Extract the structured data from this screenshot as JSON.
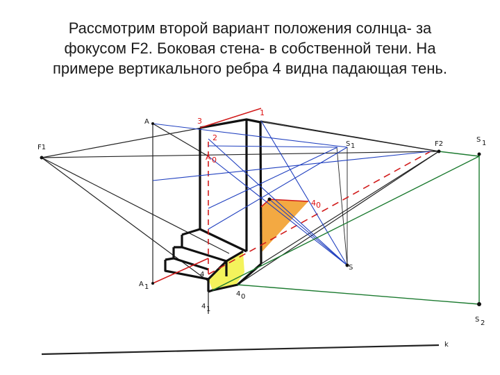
{
  "slide": {
    "title_lines": [
      "Рассмотрим второй вариант положения солнца- за",
      "фокусом F2. Боковая стена- в собственной тени. На",
      "примере вертикального ребра 4 видна падающая тень."
    ]
  },
  "diagram": {
    "labels": {
      "f1": "F1",
      "f2": "F2",
      "a_top": "A",
      "a_bottom": "A",
      "a_sub": "1",
      "s1": "S",
      "s1_sub": "1",
      "s2": "S",
      "s2_sub": "2",
      "s_small": "S",
      "s_small_sub": "1",
      "s_bottom": "S",
      "n3": "3",
      "n1": "1",
      "n2": "2",
      "a0": "A",
      "a0_sub": "0",
      "n4": "4",
      "n4_1": "4",
      "n4_1_sub": "1",
      "n4_0": "4",
      "n4_0_sub": "0",
      "n4_0_top": "4",
      "n4_0_top_sub": "0",
      "k": "k"
    },
    "colors": {
      "construction": "#222222",
      "shadow_lines": "#d11a1a",
      "sun_rays": "#1f3fbf",
      "ground_rays": "#1b7a2f",
      "shadow_fill": "#f2a02e",
      "lit_fill": "#f3f24a"
    }
  }
}
